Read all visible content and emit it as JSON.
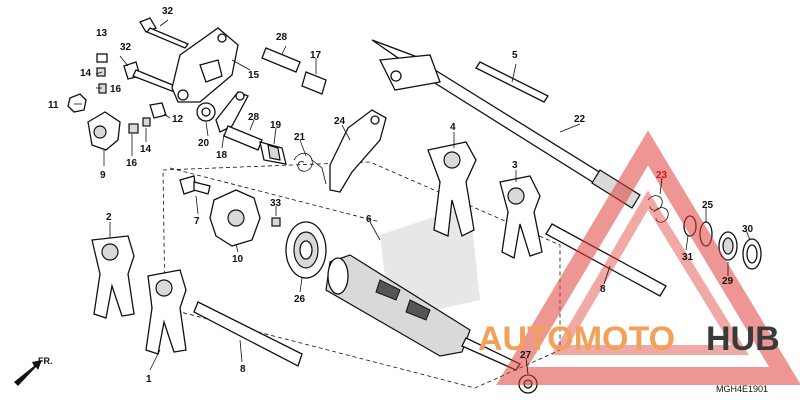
{
  "labels": {
    "l32a": "32",
    "l13": "13",
    "l32b": "32",
    "l14a": "14",
    "l16a": "16",
    "l11": "11",
    "l12": "12",
    "l20": "20",
    "l18": "18",
    "l15": "15",
    "l28a": "28",
    "l17": "17",
    "l28b": "28",
    "l19": "19",
    "l21": "21",
    "l24": "24",
    "l5": "5",
    "l22": "22",
    "l4": "4",
    "l3": "3",
    "l16b": "16",
    "l14b": "14",
    "l9": "9",
    "l7": "7",
    "l33": "33",
    "l10": "10",
    "l6": "6",
    "l26": "26",
    "l2": "2",
    "l1": "1",
    "l8a": "8",
    "l8b": "8",
    "l23": "23",
    "l25": "25",
    "l31": "31",
    "l29": "29",
    "l30": "30",
    "l27": "27"
  },
  "direction": "FR.",
  "diagram_code": "MGH4E1901",
  "watermark": {
    "part1": "AUTOMOTO",
    "part2": "HUB"
  },
  "colors": {
    "watermark_red": "#e0403a",
    "watermark_orange": "#f2a15a",
    "watermark_dark": "#3a3a3a"
  }
}
